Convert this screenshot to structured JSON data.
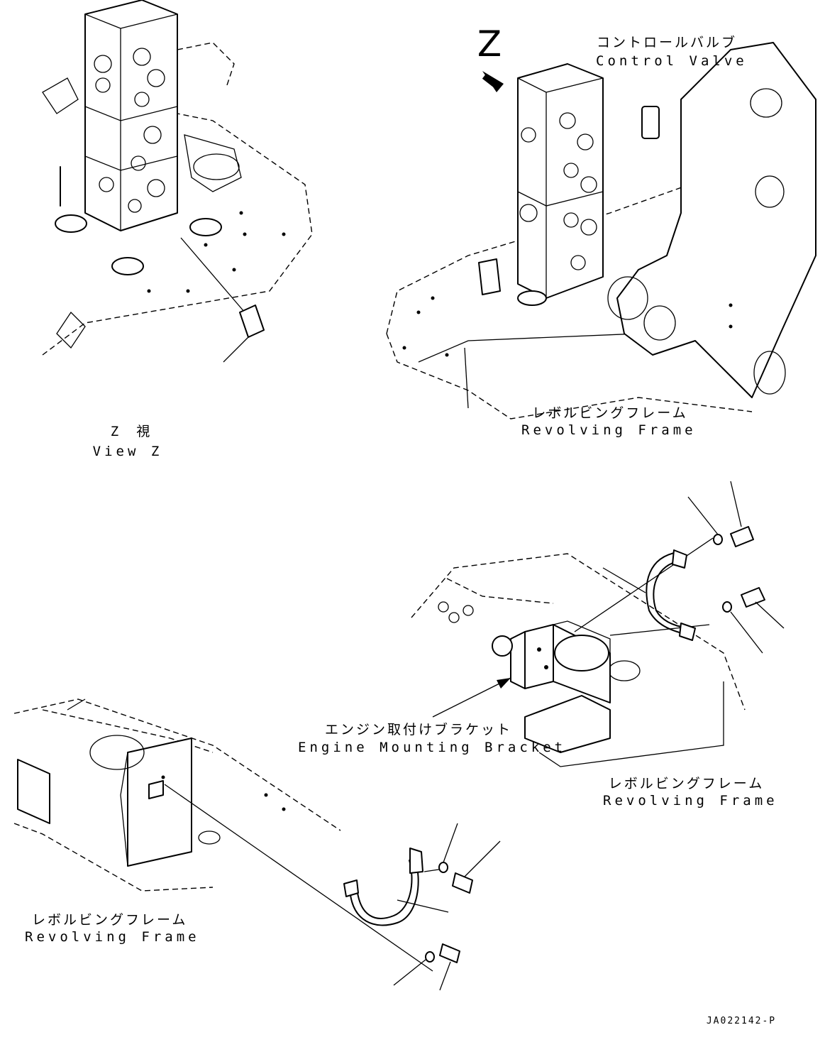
{
  "labels": {
    "view_z_jp": "Z　視",
    "view_z_en": "View Z",
    "z_marker": "Z",
    "control_valve_jp": "コントロールバルブ",
    "control_valve_en": "Control Valve",
    "frame_top_jp": "レボルビングフレーム",
    "frame_top_en": "Revolving Frame",
    "engine_bracket_jp": "エンジン取付けブラケット",
    "engine_bracket_en": "Engine Mounting Bracket",
    "frame_mid_jp": "レボルビングフレーム",
    "frame_mid_en": "Revolving Frame",
    "frame_bottom_jp": "レボルビングフレーム",
    "frame_bottom_en": "Revolving Frame",
    "drawing_number": "JA022142-P"
  }
}
